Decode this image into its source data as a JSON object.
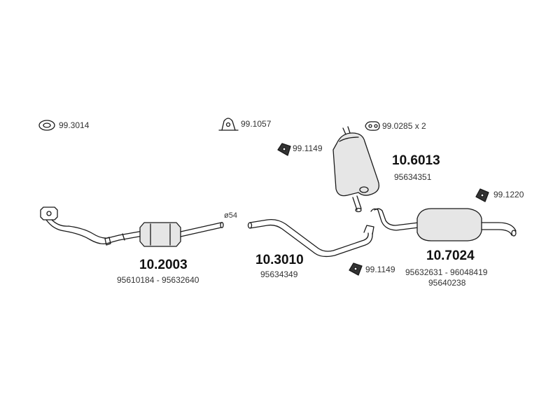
{
  "accessories": {
    "gasket_front": "99.3014",
    "clamp": "99.1057",
    "gasket_pair": "99.0285 x 2",
    "hanger_mid_upper": "99.1149",
    "hanger_rear": "99.1220",
    "hanger_mid_lower": "99.1149"
  },
  "pipe_diameter": "ø54",
  "parts": {
    "front": {
      "number": "10.2003",
      "oem": "95610184 - 95632640"
    },
    "middle": {
      "number": "10.3010",
      "oem": "95634349"
    },
    "center_silencer": {
      "number": "10.6013",
      "oem": "95634351"
    },
    "rear": {
      "number": "10.7024",
      "oem_line1": "95632631 - 96048419",
      "oem_line2": "95640238"
    }
  },
  "colors": {
    "line": "#1a1a1a",
    "muffler_fill": "#e6e6e6",
    "label": "#111111"
  }
}
